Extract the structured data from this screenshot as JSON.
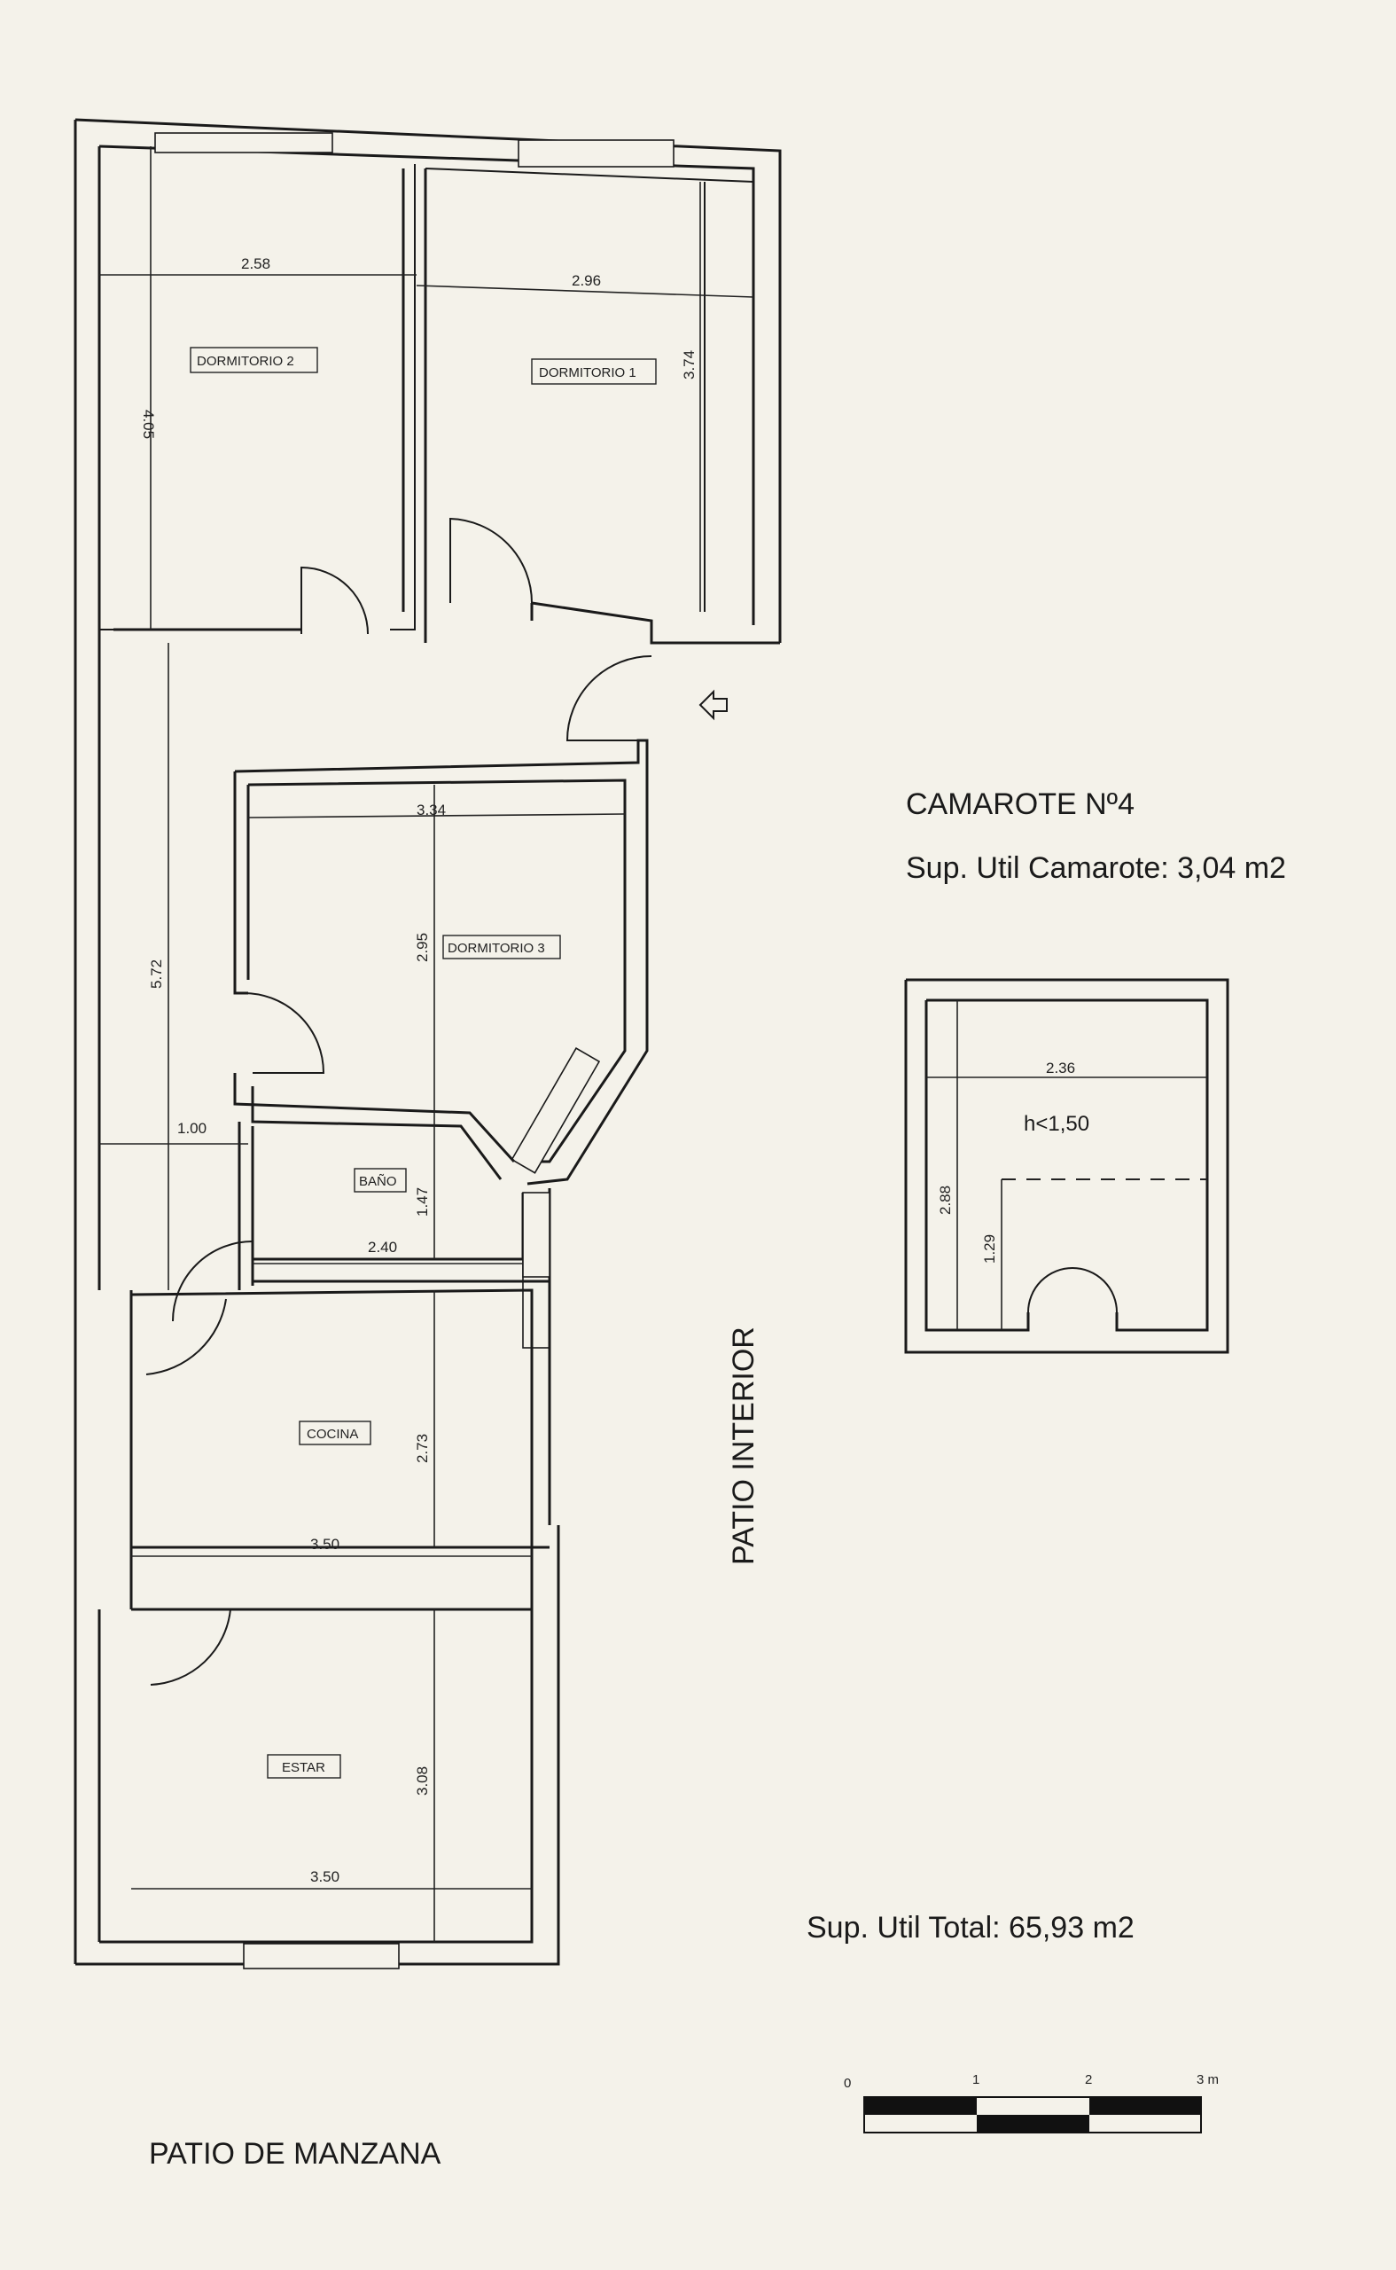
{
  "rooms": {
    "dormitorio2": "DORMITORIO 2",
    "dormitorio1": "DORMITORIO 1",
    "dormitorio3": "DORMITORIO 3",
    "bano": "BAÑO",
    "cocina": "COCINA",
    "estar": "ESTAR"
  },
  "dimensions": {
    "d2_width": "2.58",
    "d2_height": "4.05",
    "d1_width": "2.96",
    "d1_height": "3.74",
    "d3_width": "3.34",
    "d3_height": "2.95",
    "corridor_length": "5.72",
    "corridor_width": "1.00",
    "bano_width": "2.40",
    "bano_height": "1.47",
    "cocina_width": "3.50",
    "cocina_height": "2.73",
    "estar_width": "3.50",
    "estar_height": "3.08"
  },
  "camarote": {
    "title": "CAMAROTE  Nº4",
    "surface": "Sup. Util Camarote: 3,04 m2",
    "width": "2.36",
    "height": "2.88",
    "low_height": "1.29",
    "note": "h<1,50"
  },
  "labels": {
    "patio_interior": "PATIO INTERIOR",
    "patio_manzana": "PATIO  DE MANZANA",
    "total_surface": "Sup. Util Total: 65,93 m2"
  },
  "scale": {
    "ticks": [
      "0",
      "1",
      "2",
      "3 m"
    ]
  }
}
